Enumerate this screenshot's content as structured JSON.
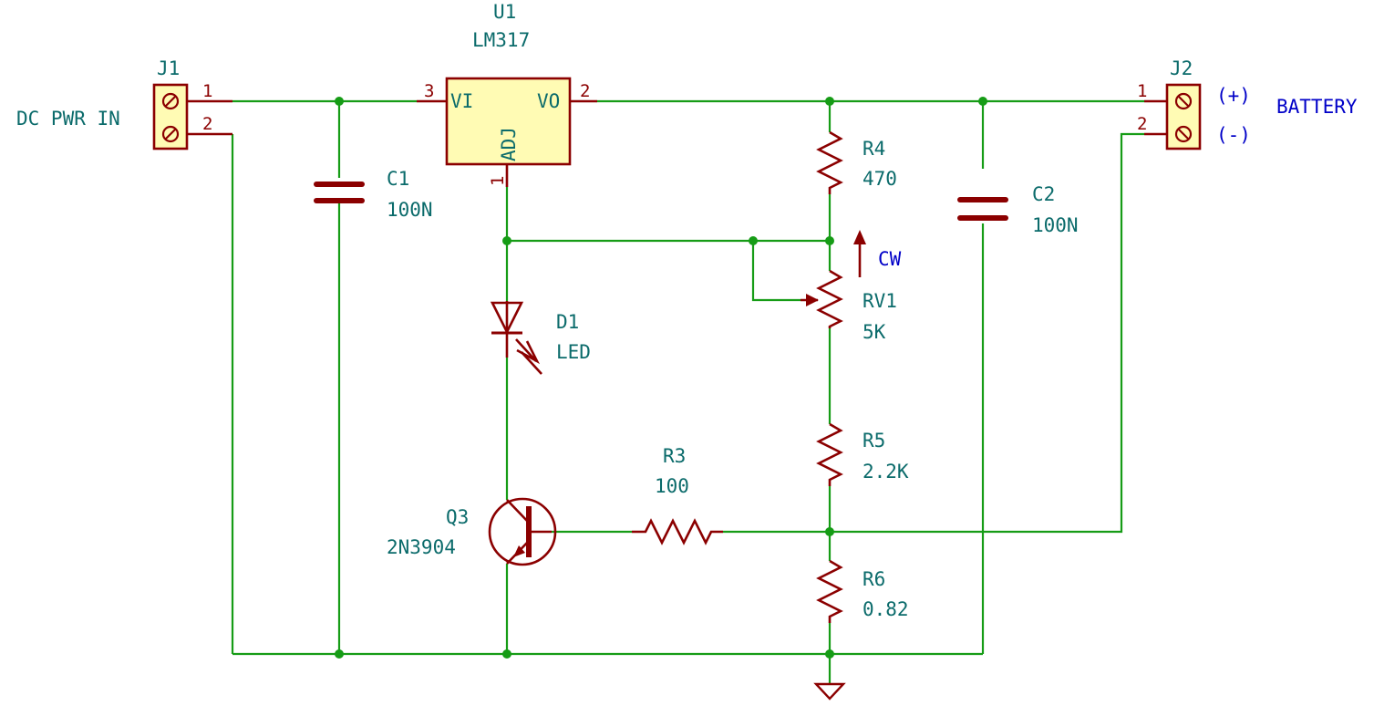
{
  "colors": {
    "wire": "#169c16",
    "component": "#8b0000",
    "label": "#0b6b6b",
    "annotation": "#0000c8",
    "ic_fill": "#fffbb4",
    "connector_fill": "#fffbb4"
  },
  "components": {
    "j1": {
      "ref": "J1",
      "label": "DC PWR IN",
      "pin1": "1",
      "pin2": "2"
    },
    "j2": {
      "ref": "J2",
      "label": "BATTERY",
      "pin1": "1",
      "pin2": "2",
      "pol_plus": "(+)",
      "pol_minus": "(-)"
    },
    "u1": {
      "ref": "U1",
      "value": "LM317",
      "pin_vi_num": "3",
      "pin_vi": "VI",
      "pin_vo_num": "2",
      "pin_vo": "VO",
      "pin_adj_num": "1",
      "pin_adj": "ADJ"
    },
    "c1": {
      "ref": "C1",
      "value": "100N"
    },
    "c2": {
      "ref": "C2",
      "value": "100N"
    },
    "r4": {
      "ref": "R4",
      "value": "470"
    },
    "rv1": {
      "ref": "RV1",
      "value": "5K",
      "direction": "CW"
    },
    "r5": {
      "ref": "R5",
      "value": "2.2K"
    },
    "r6": {
      "ref": "R6",
      "value": "0.82"
    },
    "r3": {
      "ref": "R3",
      "value": "100"
    },
    "d1": {
      "ref": "D1",
      "value": "LED"
    },
    "q3": {
      "ref": "Q3",
      "value": "2N3904"
    }
  },
  "icons": {
    "ground": "ground-icon",
    "junction": "junction-dot-icon",
    "screw_terminal": "screw-terminal-icon"
  }
}
